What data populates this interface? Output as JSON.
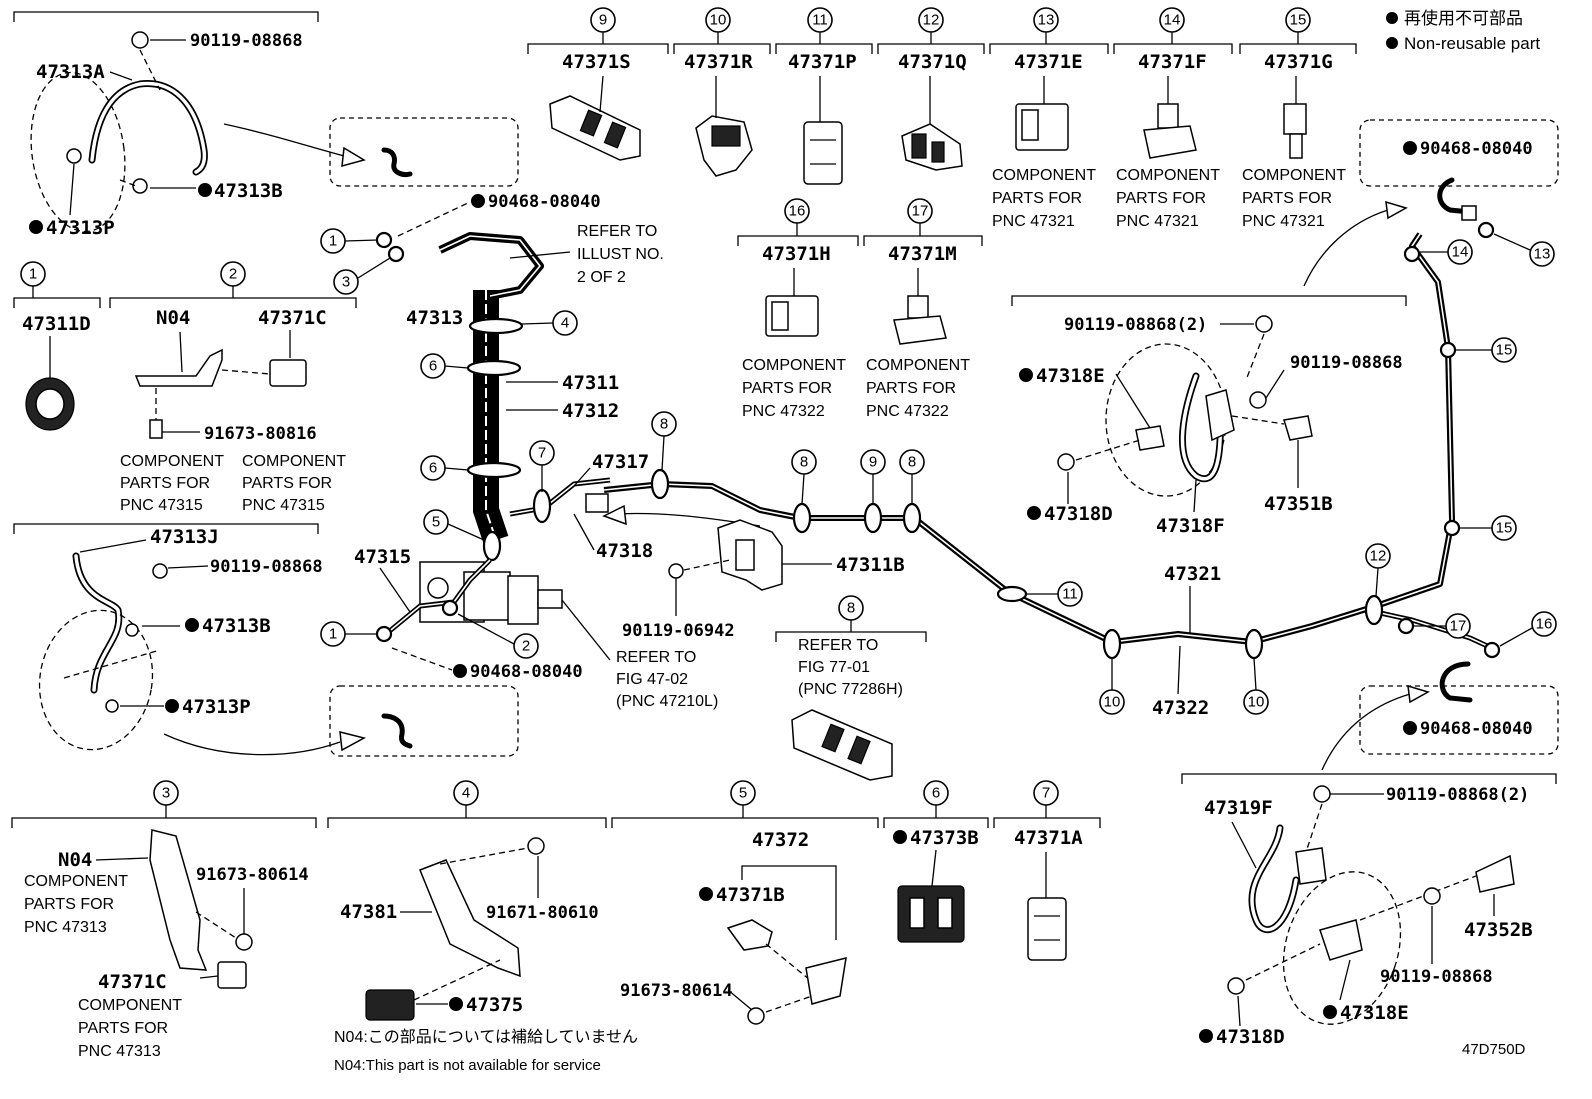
{
  "legend": {
    "jp": "再使用不可部品",
    "en": "Non-reusable part"
  },
  "figure_code": "47D750D",
  "notes": {
    "n04_jp": "N04:この部品については補給していません",
    "n04_en": "N04:This part is not available for service",
    "refer_illust": [
      "REFER TO",
      "ILLUST NO.",
      "2 OF 2"
    ],
    "refer_fig47": [
      "REFER TO",
      "FIG 47-02",
      "(PNC 47210L)"
    ],
    "refer_fig77": [
      "REFER TO",
      "FIG 77-01",
      "(PNC 77286H)"
    ],
    "comp_47321": [
      "COMPONENT",
      "PARTS FOR",
      "PNC 47321"
    ],
    "comp_47322": [
      "COMPONENT",
      "PARTS FOR",
      "PNC 47322"
    ],
    "comp_47315": [
      "COMPONENT",
      "PARTS FOR",
      "PNC 47315"
    ],
    "comp_47313": [
      "COMPONENT",
      "PARTS FOR",
      "PNC 47313"
    ]
  },
  "top_clips": [
    {
      "num": "9",
      "pn": "47371S"
    },
    {
      "num": "10",
      "pn": "47371R"
    },
    {
      "num": "11",
      "pn": "47371P"
    },
    {
      "num": "12",
      "pn": "47371Q"
    },
    {
      "num": "13",
      "pn": "47371E"
    },
    {
      "num": "14",
      "pn": "47371F"
    },
    {
      "num": "15",
      "pn": "47371G"
    }
  ],
  "mid_clips": [
    {
      "num": "16",
      "pn": "47371H"
    },
    {
      "num": "17",
      "pn": "47371M"
    }
  ],
  "left_group": {
    "item1": {
      "num": "1",
      "pn": "47311D"
    },
    "item2": {
      "num": "2",
      "pn_a": "N04",
      "pn_b": "47371C",
      "bolt": "91673-80816"
    }
  },
  "bottom_groups": {
    "g3": {
      "num": "3",
      "n04": "N04",
      "bolt": "91673-80614",
      "clip": "47371C"
    },
    "g4": {
      "num": "4",
      "bracket": "47381",
      "bolt": "91671-80610",
      "clip": "47375"
    },
    "g5": {
      "num": "5",
      "asm": "47372",
      "clip": "47371B",
      "bolt": "91673-80614"
    },
    "g6": {
      "num": "6",
      "pn": "47373B"
    },
    "g7": {
      "num": "7",
      "pn": "47371A"
    }
  },
  "labels": {
    "p47313A": "47313A",
    "p90119_08868": "90119-08868",
    "p47313B": "47313B",
    "p47313P": "47313P",
    "p90468_08040": "90468-08040",
    "p47313": "47313",
    "p47311": "47311",
    "p47312": "47312",
    "p47317": "47317",
    "p47318": "47318",
    "p47311B": "47311B",
    "p90119_06942": "90119-06942",
    "p47313J": "47313J",
    "p47315": "47315",
    "p47321": "47321",
    "p47322": "47322",
    "p90119_08868_2": "90119-08868(2)",
    "p47318E": "47318E",
    "p47318D": "47318D",
    "p47318F": "47318F",
    "p47351B": "47351B",
    "p47319F": "47319F",
    "p47352B": "47352B",
    "clip8": "8"
  }
}
